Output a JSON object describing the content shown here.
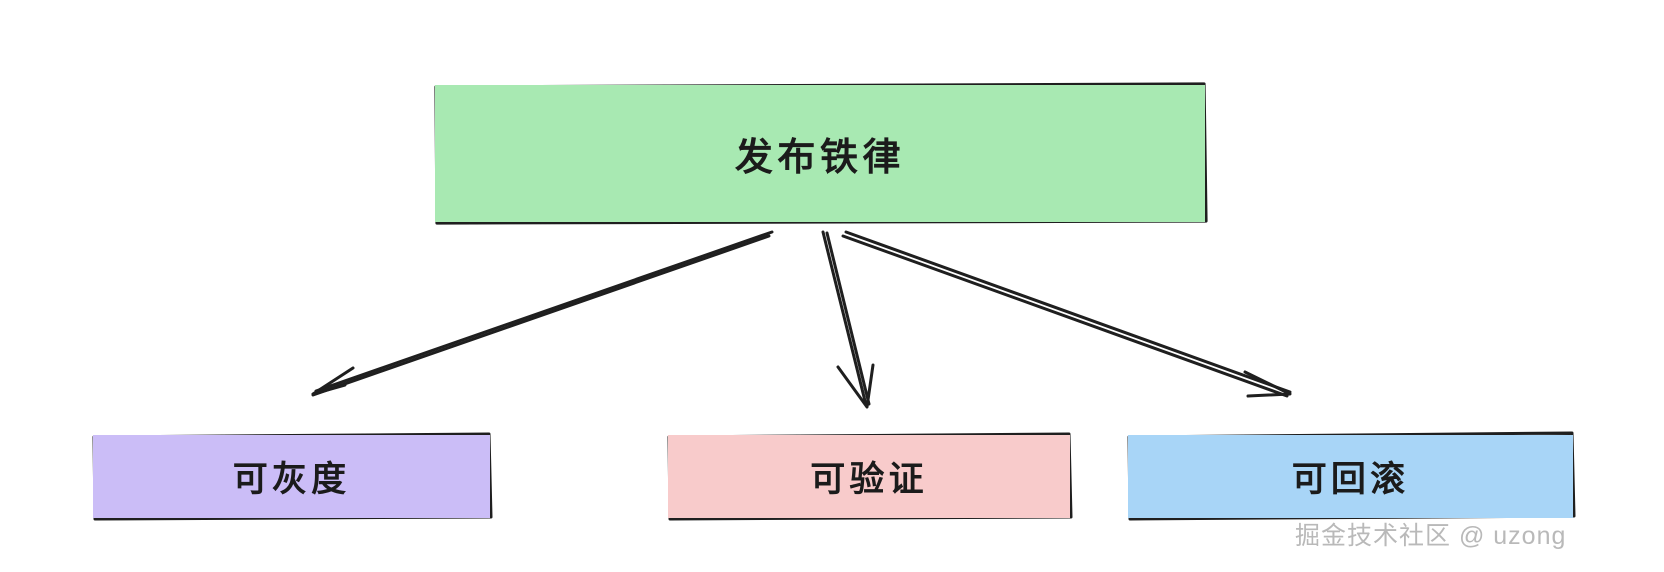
{
  "diagram": {
    "type": "hand-drawn-tree",
    "title": "发布铁律",
    "background_color": "#ffffff",
    "stroke_color": "#1f1f1f",
    "root": {
      "id": "root",
      "label": "发布铁律",
      "fill_color": "#a8e9b2"
    },
    "children": [
      {
        "id": "gray-release",
        "label": "可灰度",
        "fill_color": "#cbbdf7"
      },
      {
        "id": "verifiable",
        "label": "可验证",
        "fill_color": "#f8cbcb"
      },
      {
        "id": "rollback",
        "label": "可回滚",
        "fill_color": "#a8d5f7"
      }
    ],
    "edges": [
      {
        "from": "root",
        "to": "gray-release",
        "style": "sketchy-arrow"
      },
      {
        "from": "root",
        "to": "verifiable",
        "style": "sketchy-arrow"
      },
      {
        "from": "root",
        "to": "rollback",
        "style": "sketchy-arrow"
      }
    ]
  },
  "watermark": {
    "text": "掘金技术社区 @ uzong",
    "color": "#b9b9b9"
  }
}
